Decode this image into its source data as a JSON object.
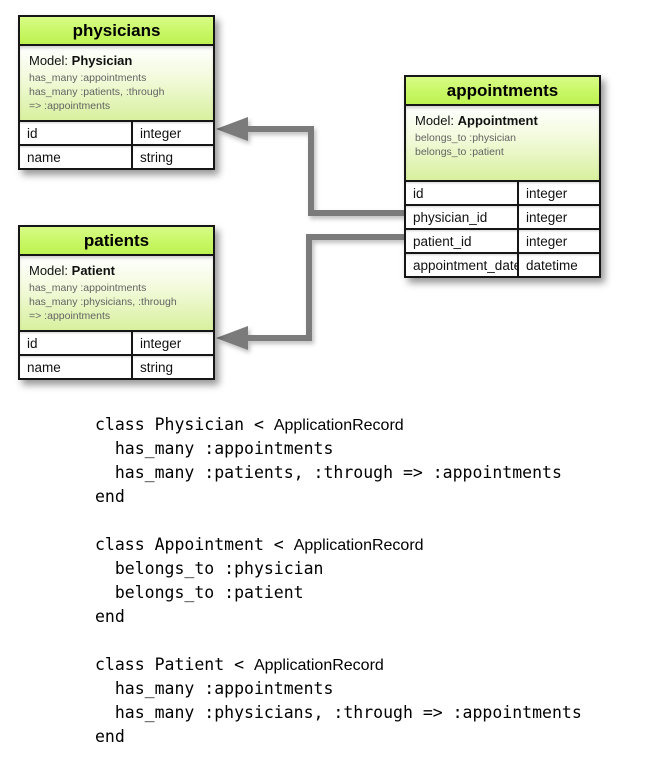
{
  "palette": {
    "table_header_green": "#c8f765",
    "model_section_green": "#d8f09e",
    "connector_gray": "#7b7b7b",
    "border_black": "#161616",
    "association_text_gray": "#636363"
  },
  "diagram": {
    "tables": [
      {
        "id": "physicians",
        "title": "physicians",
        "model_label": "Model:",
        "model_name": "Physician",
        "associations": [
          "has_many :appointments",
          "has_many :patients, :through",
          "=> :appointments"
        ],
        "fields": [
          {
            "name": "id",
            "type": "integer"
          },
          {
            "name": "name",
            "type": "string"
          }
        ]
      },
      {
        "id": "appointments",
        "title": "appointments",
        "model_label": "Model:",
        "model_name": "Appointment",
        "associations": [
          "belongs_to :physician",
          "belongs_to :patient"
        ],
        "fields": [
          {
            "name": "id",
            "type": "integer"
          },
          {
            "name": "physician_id",
            "type": "integer"
          },
          {
            "name": "patient_id",
            "type": "integer"
          },
          {
            "name": "appointment_date",
            "type": "datetime"
          }
        ]
      },
      {
        "id": "patients",
        "title": "patients",
        "model_label": "Model:",
        "model_name": "Patient",
        "associations": [
          "has_many :appointments",
          "has_many :physicians, :through",
          "=> :appointments"
        ],
        "fields": [
          {
            "name": "id",
            "type": "integer"
          },
          {
            "name": "name",
            "type": "string"
          }
        ]
      }
    ],
    "relationships": [
      {
        "from": "appointments.physician_id",
        "to": "physicians.id"
      },
      {
        "from": "appointments.patient_id",
        "to": "patients.id"
      }
    ]
  },
  "code": {
    "blocks": [
      {
        "class_prefix": "class Physician < ",
        "superclass": "ApplicationRecord",
        "body_1": "  has_many :appointments",
        "body_2": "  has_many :patients, :through => :appointments",
        "end_keyword": "end"
      },
      {
        "class_prefix": "class Appointment < ",
        "superclass": "ApplicationRecord",
        "body_1": "  belongs_to :physician",
        "body_2": "  belongs_to :patient",
        "end_keyword": "end"
      },
      {
        "class_prefix": "class Patient < ",
        "superclass": "ApplicationRecord",
        "body_1": "  has_many :appointments",
        "body_2": "  has_many :physicians, :through => :appointments",
        "end_keyword": "end"
      }
    ]
  }
}
